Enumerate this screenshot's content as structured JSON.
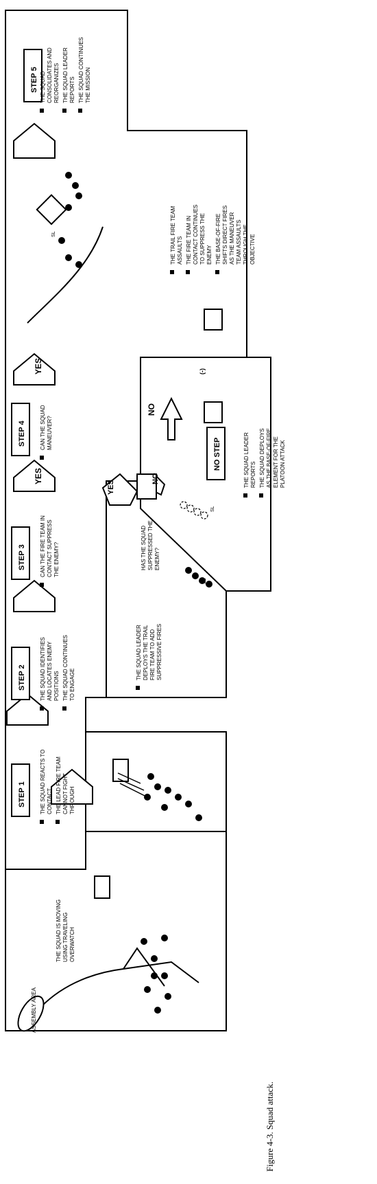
{
  "figure": {
    "caption": "Figure 4-3. Squad attack."
  },
  "start": {
    "area_label": "ASSEMBLY AREA",
    "bullets": [
      "THE SQUAD IS MOVING",
      "USING TRAVELING",
      "OVERWATCH"
    ]
  },
  "steps": [
    {
      "title": "STEP 1",
      "bullets": [
        [
          "THE SQUAD REACTS TO",
          "CONTACT"
        ],
        [
          "THE LEAD FIRE TEAM",
          "CANNOT FIGHT",
          "THROUGH"
        ]
      ]
    },
    {
      "title": "STEP 2",
      "bullets": [
        [
          "THE SQUAD IDENTIFIES",
          "AND LOCATES ENEMY",
          "POSITIONS"
        ],
        [
          "THE SQUAD CONTINUES",
          "TO ENGAGE"
        ]
      ]
    },
    {
      "title": "STEP 3",
      "bullets": [
        [
          "CAN THE FIRE TEAM IN",
          "CONTACT SUPPRESS",
          "THE ENEMY?"
        ]
      ]
    },
    {
      "title": "STEP 4",
      "bullets": [
        [
          "CAN THE SQUAD",
          "MANEUVER?"
        ]
      ]
    },
    {
      "title": "STEP 5",
      "bullets": [
        [
          "THE SQUAD",
          "CONSOLIDATES AND",
          "REORGANIZES"
        ],
        [
          "THE SQUAD LEADER",
          "REPORTS"
        ],
        [
          "THE SQUAD CONTINUES",
          "THE MISSION"
        ]
      ]
    }
  ],
  "branch_trail": {
    "bullets": [
      [
        "THE SQUAD LEADER",
        "DEPLOYS THE TRAIL",
        "FIRE TEAM TO ADD",
        "SUPPRESSIVE FIRES"
      ]
    ],
    "question": [
      "HAS THE SQUAD",
      "SUPPRESSED THE",
      "ENEMY?"
    ],
    "sl_labels": [
      "SL",
      "SL"
    ]
  },
  "assault": {
    "bullets": [
      [
        "THE TRAIL FIRE TEAM",
        "ASSAULTS"
      ],
      [
        "THE FIRE TEAM IN",
        "CONTACT CONTINUES",
        "TO SUPPRESS THE",
        "ENEMY"
      ],
      [
        "THE BASE-OF-FIRE",
        "SHIFTS DIRECT FIRES",
        "AS THE MANEUVER",
        "TEAM ASSAULTS",
        "THROUGH THE",
        "OBJECTIVE"
      ]
    ],
    "sl_label": "SL"
  },
  "no_step": {
    "title": "NO STEP",
    "bullets": [
      [
        "THE SQUAD LEADER",
        "REPORTS"
      ],
      [
        "THE SQUAD DEPLOYS",
        "AS THE BASE-OF-FIRE",
        "ELEMENT FOR THE",
        "PLATOON ATTACK"
      ]
    ],
    "unit_symbol": "(-)"
  },
  "decisions": {
    "yes_step3": "YES",
    "yes_step4": "YES",
    "no_step4": "NO",
    "yes_branch": "YES",
    "no_branch": "NO"
  }
}
